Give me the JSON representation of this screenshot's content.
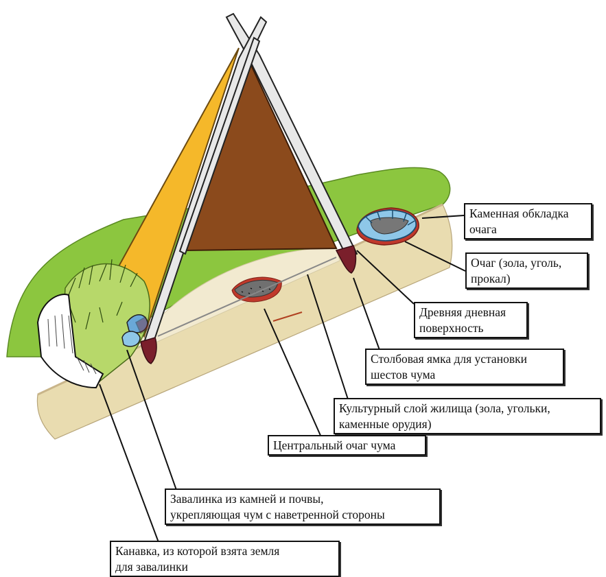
{
  "labels": {
    "stone_lining": [
      "Каменная обкладка",
      "очага"
    ],
    "hearth": [
      "Очаг (зола, уголь,",
      "прокал)"
    ],
    "ancient_surface": [
      "Древняя дневная",
      "поверхность"
    ],
    "post_pit": [
      "Столбовая ямка для установки",
      "шестов чума"
    ],
    "cultural_layer": [
      "Культурный слой жилища (зола, угольки,",
      "каменные орудия)"
    ],
    "central_hearth": [
      "Центральный очаг чума"
    ],
    "zavalinka": [
      "Завалинка из камней и почвы,",
      "укрепляющая чум с наветренной стороны"
    ],
    "ditch": [
      "Канавка, из которой взята земля",
      "для завалинки"
    ]
  },
  "colors": {
    "grass": "#8cc63f",
    "soil": "#e9dcb0",
    "floor": "#f2ead0",
    "hide_yellow": "#f5b82a",
    "hide_brown": "#8b4a1c",
    "pole": "#e8e8e8",
    "stone_blue": "#8ec7e8",
    "ember_red": "#c0392b",
    "post_pit": "#7a1f2b"
  }
}
